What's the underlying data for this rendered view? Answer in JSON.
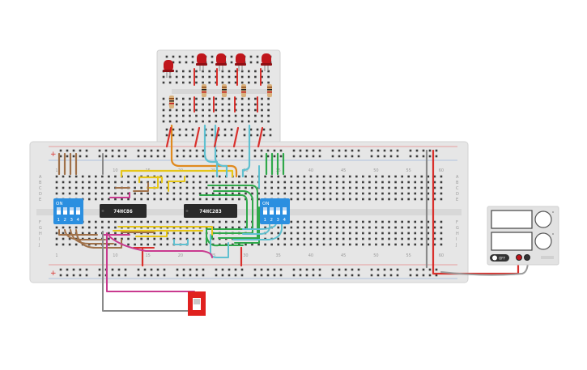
{
  "chips": {
    "left": "74HC86",
    "right": "74HC283"
  },
  "dip_switches": {
    "left": {
      "on": "ON",
      "n1": "1",
      "n2": "2",
      "n3": "3",
      "n4": "4"
    },
    "right": {
      "on": "ON",
      "n1": "1",
      "n2": "2",
      "n3": "3",
      "n4": "4"
    }
  },
  "main_breadboard": {
    "col_labels": [
      "1",
      "10",
      "15",
      "20",
      "25",
      "30",
      "35",
      "40",
      "45",
      "50",
      "55",
      "60"
    ],
    "row_labels_left": [
      "A",
      "B",
      "C",
      "D",
      "E",
      "F",
      "G",
      "H",
      "I",
      "J"
    ],
    "row_labels_right": [
      "A",
      "B",
      "C",
      "D",
      "E",
      "F",
      "G",
      "H",
      "I",
      "J"
    ]
  },
  "rail_signs": {
    "top_plus": "+",
    "bottom_plus": "+"
  },
  "leds": {
    "count": 5,
    "color": "#c0161c"
  },
  "power_supply": {
    "button_label": "OFF"
  },
  "colors": {
    "wire_brown": "#a0714a",
    "wire_yellow": "#e6c619",
    "wire_green": "#2fa84a",
    "wire_cyan": "#5fc0d0",
    "wire_red": "#d9302c",
    "wire_orange": "#e08a1e",
    "wire_magenta": "#c93a8f",
    "wire_gray": "#8a8a8a",
    "dip_blue": "#2b8fe0",
    "chip_black": "#2a2a2a"
  }
}
